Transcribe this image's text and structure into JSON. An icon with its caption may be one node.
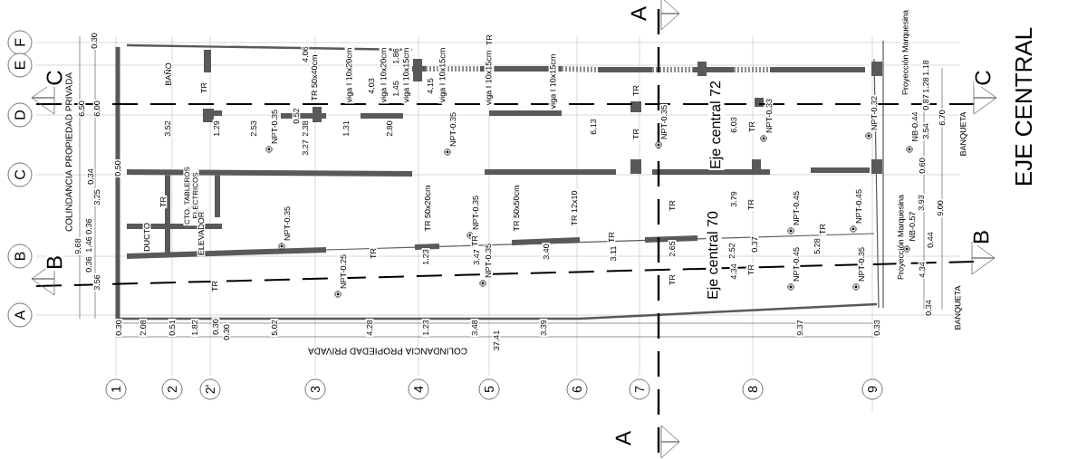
{
  "diagram": {
    "labels": [
      "A",
      "F",
      "E",
      "0.30",
      "4.06",
      "1.86",
      "TR",
      "Proyección Marquesina",
      "1.18",
      "C",
      "BAÑO",
      "TR",
      "TR 50x40cm",
      "viga I 10x20cm",
      "4.03",
      "viga I 10x20cm",
      "1.45",
      "viga I 10x15cm",
      "4.15",
      "viga I 10x15cm",
      "viga I 10x15cm",
      "viga I 10x15cm",
      "TR",
      "1.28",
      "0.87",
      "C",
      "EJE CENTRAL",
      "D",
      "6.50",
      "6.00",
      "3.52",
      "1.29",
      "2.53",
      "NPT-0.35",
      "0.52",
      "2.38",
      "1.31",
      "2.80",
      "NPT-0.35",
      "6.13",
      "TR",
      "NPT-0.35",
      "Eje central 72",
      "6.03",
      "TR",
      "NPT-0.33",
      "NPT-0.32",
      "NB-0.44",
      "3.54",
      "6.70",
      "BANQUETA",
      "C",
      "COLINDANCIA PROPIEDAD PRIVADA",
      "0.34",
      "0.50",
      "3.27",
      "0.60",
      "3.25",
      "TR",
      "CTO. TABLEROS ELÉCTRICOS",
      "TR 50x20cm",
      "NPT-0.35",
      "TR 50x50cm",
      "TR 12x10",
      "TR",
      "3.79",
      "TR",
      "NPT-0.45",
      "NPT-0.45",
      "3.93",
      "9.00",
      "9.68",
      "0.36",
      "1.46",
      "DUCTO",
      "ELEVADOR",
      "NPT-0.35",
      "TR",
      "3.40",
      "TR",
      "2.65",
      "2.52",
      "0.37",
      "5.28",
      "TR",
      "Proyección Marquesina",
      "NB-0.57",
      "0.44",
      "B",
      "B",
      "B",
      "0.36",
      "3.56",
      "TR",
      "NPT-0.25",
      "TR",
      "1.23",
      "3.47",
      "NPT-0.35",
      "3.11",
      "TR",
      "Eje central 70",
      "4.34",
      "TR",
      "NPT-0.45",
      "NPT-0.35",
      "4.34",
      "A",
      "0.34",
      "BANQUETA",
      "0.30",
      "2.08",
      "0.51",
      "1.82",
      "0.30",
      "0.30",
      "5.02",
      "4.28",
      "1.23",
      "3.48",
      "37.41",
      "3.39",
      "9.37",
      "0.33",
      "COLINDANCIA PROPIEDAD PRIVADA",
      "1",
      "2",
      "2'",
      "3",
      "4",
      "5",
      "6",
      "7",
      "8",
      "9",
      "A"
    ]
  }
}
